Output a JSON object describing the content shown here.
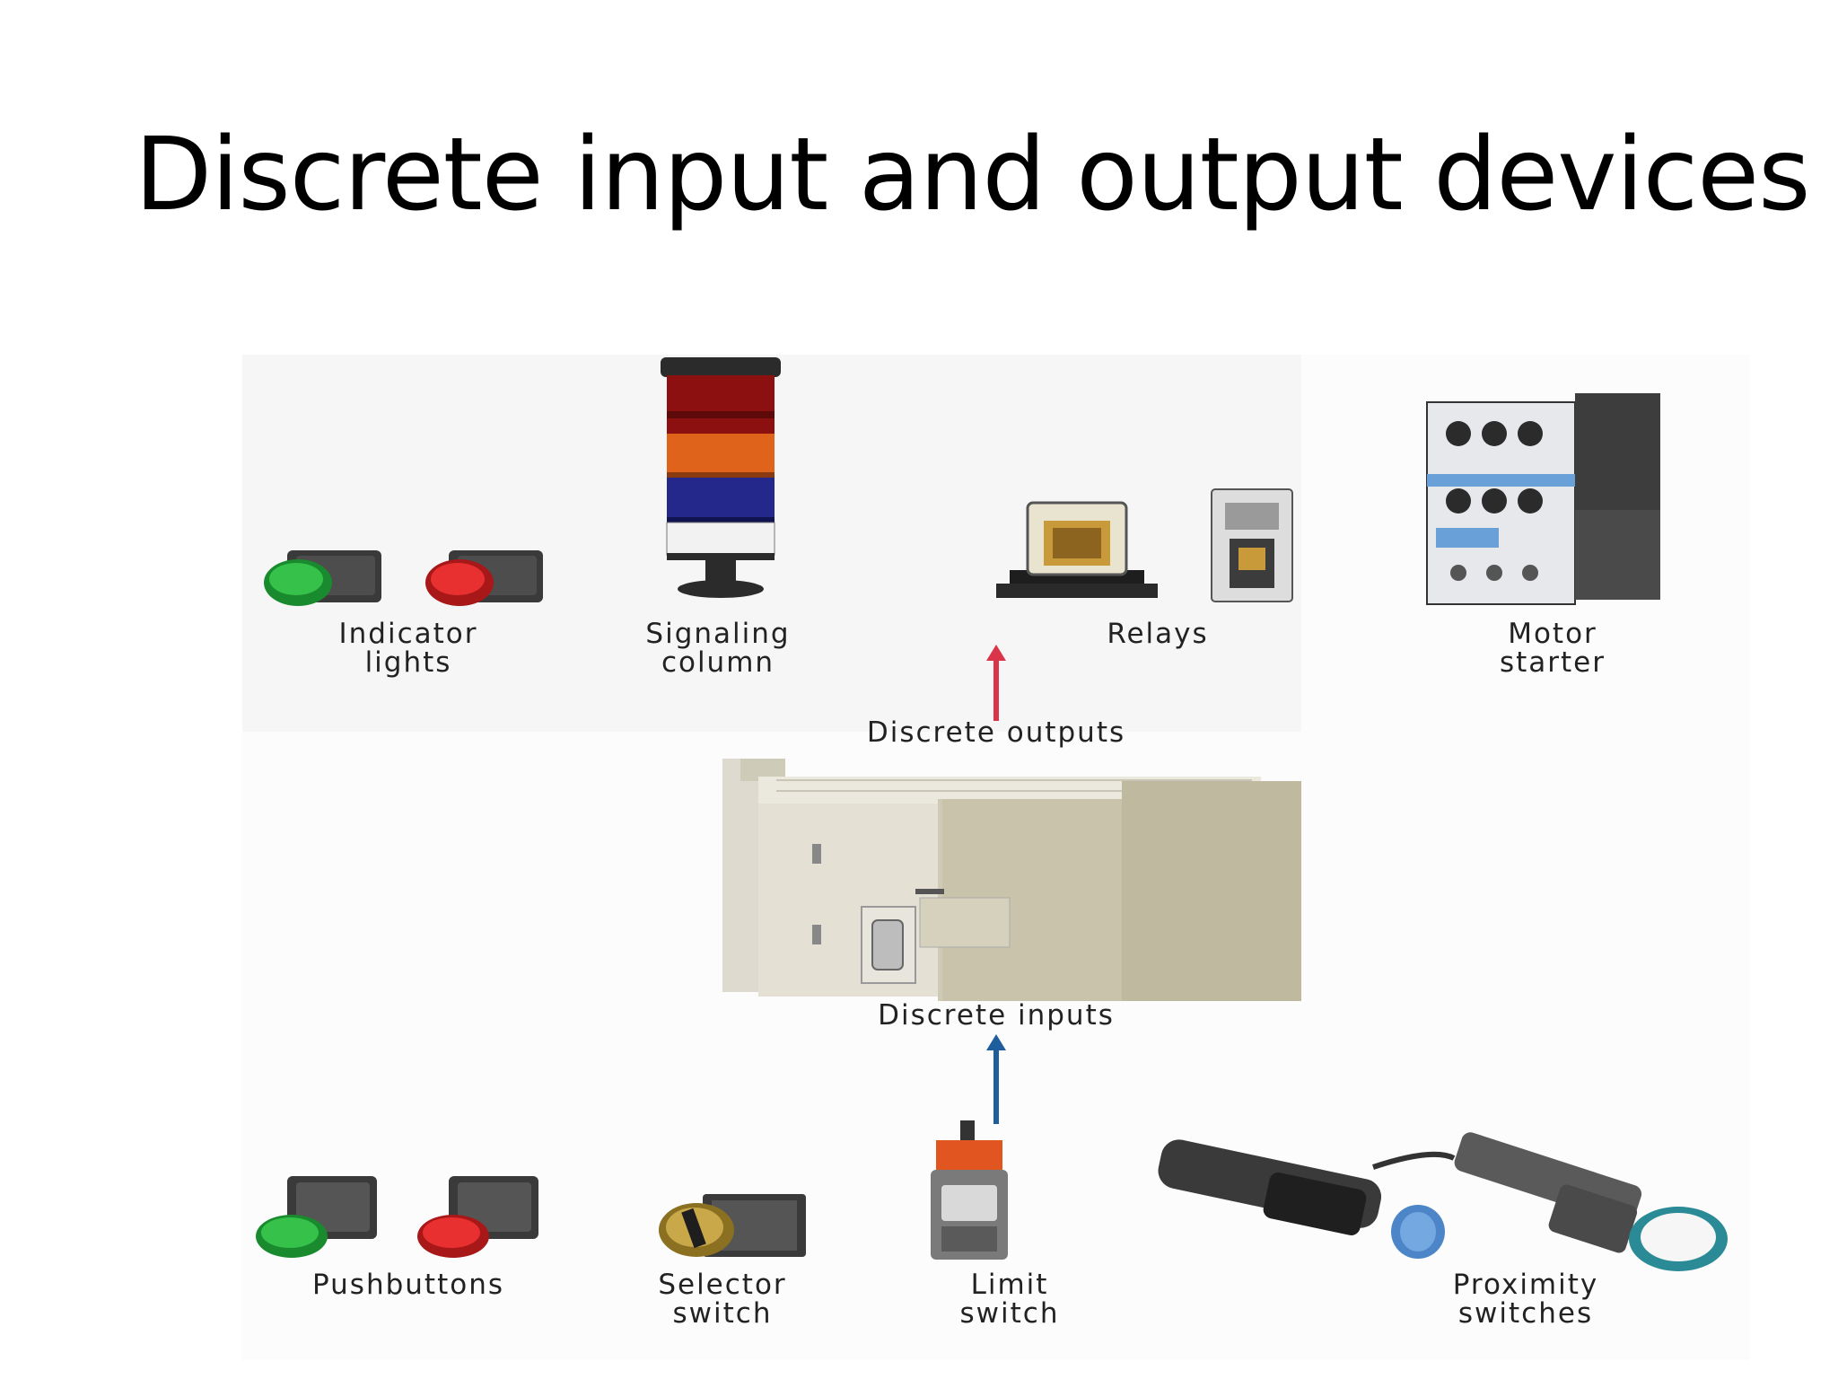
{
  "title": "Discrete input and output devices",
  "outputs": {
    "indicator_lights": "Indicator\nlights",
    "signaling_column": "Signaling\ncolumn",
    "relays": "Relays",
    "motor_starter": "Motor\nstarter"
  },
  "flow": {
    "outputs_label": "Discrete outputs",
    "inputs_label": "Discrete inputs"
  },
  "inputs": {
    "pushbuttons": "Pushbuttons",
    "selector_switch": "Selector\nswitch",
    "limit_switch": "Limit\nswitch",
    "proximity_switches": "Proximity\nswitches"
  },
  "colors": {
    "output_arrow": "#d9344a",
    "input_arrow": "#1f5e9c",
    "plc_body": "#d8d4c2"
  },
  "icons": [
    "indicator-light-icon",
    "signal-tower-icon",
    "relay-icon",
    "motor-starter-icon",
    "plc-icon",
    "pushbutton-icon",
    "selector-switch-icon",
    "limit-switch-icon",
    "proximity-sensor-icon"
  ]
}
